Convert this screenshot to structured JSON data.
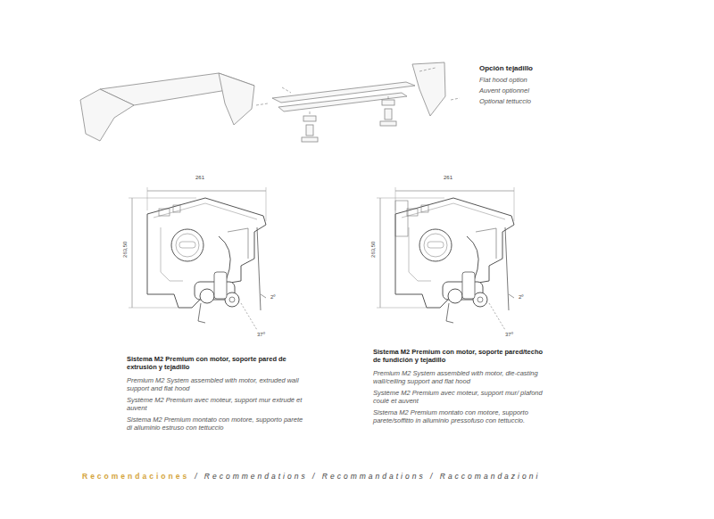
{
  "diagram": {
    "labels": [
      "Opción tejadillo",
      "Flat hood option",
      "Auvent optionnel",
      "Optional tettuccio",
      "261",
      "263,50",
      "2º",
      "37º",
      "261",
      "263,50",
      "2º",
      "37º",
      "Sistema M2 Premium con motor, soporte pared de extrusión y tejadillo",
      "Premium M2 System assembled with motor, extruded wall support and flat hood",
      "Système M2 Premium avec moteur, support mur extrudé et auvent",
      "Sistema M2 Premium montato con motore, supporto parete di alluminio estruso con tettuccio",
      "Sistema M2 Premium con motor, soporte pared/techo de fundición y tejadillo",
      "Premium M2 System assembled with motor, die-casting wall/ceiling support and flat hood",
      "Système M2 Premium avec moteur, support mur/ plafond coulé et auvent",
      "Sistema M2 Premium montato con motore, supporto parete/soffitto in alluminio pressofuso con tettuccio.",
      "Recomendaciones",
      "/ Recommendations / Recommandations / Raccomandazioni"
    ]
  }
}
